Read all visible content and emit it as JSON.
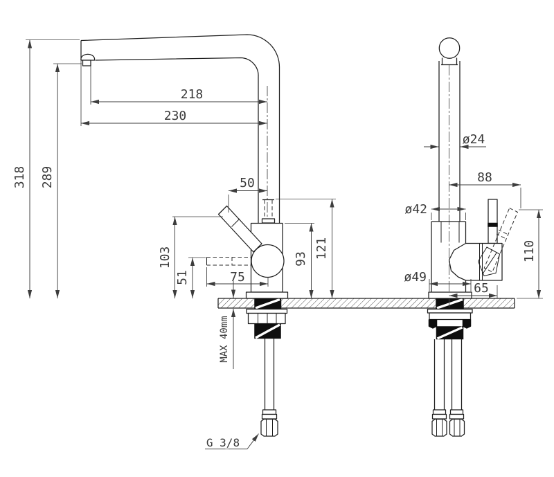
{
  "meta": {
    "drawing_type": "technical installation drawing - kitchen mixer tap, two orthographic views, dimensions in mm",
    "background": "#ffffff",
    "line_color": "#1f1f1f",
    "dimension_color": "#3d3d3d",
    "text_color": "#3a3a3a"
  },
  "labels": {
    "total_height": "318",
    "spout_height": "289",
    "spout_reach_aerator": "218",
    "spout_reach_total": "230",
    "handle_offset_top": "50",
    "handle_tip_height": "103",
    "side_outlet_height": "51",
    "side_outlet_reach": "75",
    "body_top_height": "93",
    "pipe_joint_height": "121",
    "max_deck_thickness": "MAX 40mm",
    "supply_thread": "G 3/8",
    "spout_pipe_diameter": "ø24",
    "handle_top_offset": "88",
    "body_diameter": "ø42",
    "base_diameter": "ø49",
    "handle_side_reach": "65",
    "handle_height_front": "110"
  }
}
